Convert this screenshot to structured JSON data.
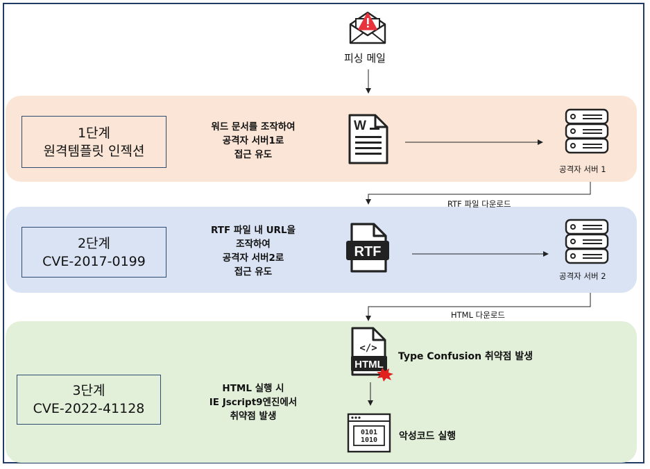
{
  "phishing": {
    "label": "피싱 메일",
    "icon": "email-warning-icon"
  },
  "stages": [
    {
      "title": "1단계",
      "subtitle": "원격템플릿 인젝션",
      "description": [
        "워드 문서를 조작하여",
        "공격자 서버1로",
        "접근 유도"
      ],
      "file_icon": "word-document-icon",
      "server_label": "공격자 서버 1",
      "transfer_label": "RTF 파일 다운로드"
    },
    {
      "title": "2단계",
      "subtitle": "CVE-2017-0199",
      "description": [
        "RTF 파일 내 URL을",
        "조작하여",
        "공격자 서버2로",
        "접근 유도"
      ],
      "file_icon": "rtf-file-icon",
      "server_label": "공격자 서버 2",
      "transfer_label": "HTML 다운로드"
    },
    {
      "title": "3단계",
      "subtitle": "CVE-2022-41128",
      "description": [
        "HTML 실행 시",
        "IE Jscript9엔진에서",
        "취약점 발생"
      ],
      "file_icon": "html-file-icon",
      "vuln_label": "Type Confusion 취약점 발생",
      "exec_label": "악성코드 실행",
      "exec_icon": "binary-window-icon",
      "binary_lines": [
        "0101",
        "1010"
      ]
    }
  ],
  "colors": {
    "frame": "#1f3b63",
    "stage1_bg": "#fbe5d6",
    "stage2_bg": "#dae3f3",
    "stage3_bg": "#e2efd9",
    "icon": "#222222",
    "alert": "#e8323c",
    "burst": "#e0201c"
  }
}
